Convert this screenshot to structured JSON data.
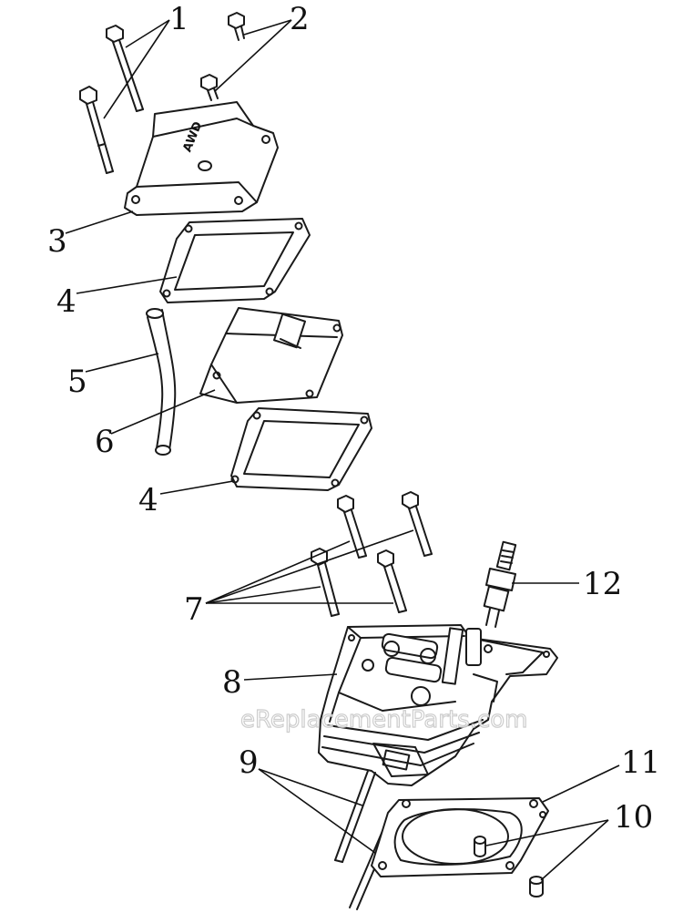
{
  "watermark": "eReplacementParts.com",
  "callouts": {
    "c1": "1",
    "c2": "2",
    "c3": "3",
    "c4a": "4",
    "c5": "5",
    "c6": "6",
    "c4b": "4",
    "c7": "7",
    "c12": "12",
    "c8": "8",
    "c9": "9",
    "c11": "11",
    "c10": "10"
  },
  "cover_marking": "AWD"
}
